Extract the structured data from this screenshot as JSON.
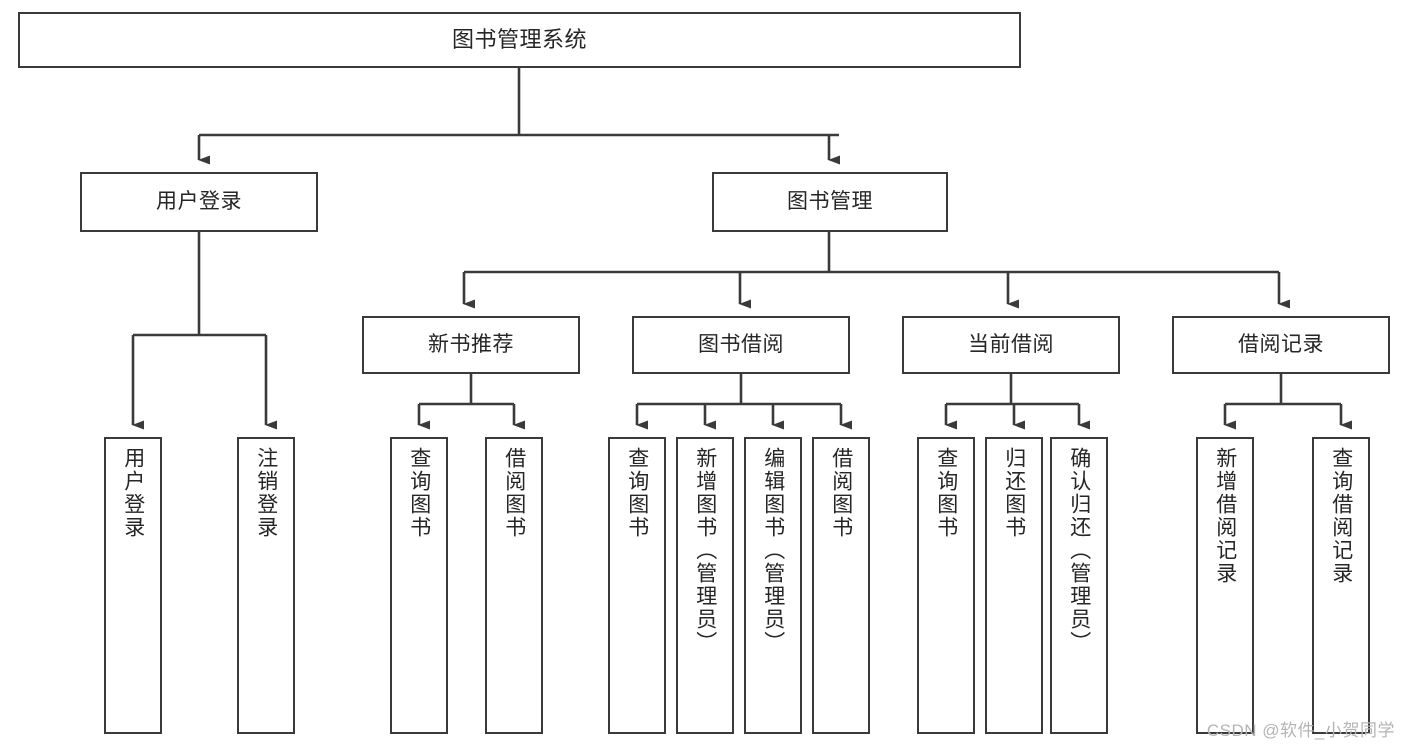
{
  "diagram": {
    "title": "图书管理系统",
    "watermark": "CSDN @软件_小贺同学",
    "line_color": "#3a3a3a",
    "box_fill": "#ffffff",
    "text_color": "#262626",
    "nodes": {
      "root": {
        "label": "图书管理系统"
      },
      "level1": [
        {
          "id": "user-login",
          "label": "用户登录"
        },
        {
          "id": "book-manage",
          "label": "图书管理"
        }
      ],
      "level2": [
        {
          "id": "new-book-recommend",
          "label": "新书推荐"
        },
        {
          "id": "book-borrow",
          "label": "图书借阅"
        },
        {
          "id": "current-borrow",
          "label": "当前借阅"
        },
        {
          "id": "borrow-record",
          "label": "借阅记录"
        }
      ],
      "leaves": {
        "user-login": [
          {
            "id": "leaf-user-login",
            "label": "用户登录"
          },
          {
            "id": "leaf-logout-login",
            "label": "注销登录"
          }
        ],
        "new-book-recommend": [
          {
            "id": "leaf-query-book-1",
            "label": "查询图书"
          },
          {
            "id": "leaf-borrow-book-1",
            "label": "借阅图书"
          }
        ],
        "book-borrow": [
          {
            "id": "leaf-query-book-2",
            "label": "查询图书"
          },
          {
            "id": "leaf-add-book-admin",
            "label": "新增图书（管理员）"
          },
          {
            "id": "leaf-edit-book-admin",
            "label": "编辑图书（管理员）"
          },
          {
            "id": "leaf-borrow-book-2",
            "label": "借阅图书"
          }
        ],
        "current-borrow": [
          {
            "id": "leaf-query-book-3",
            "label": "查询图书"
          },
          {
            "id": "leaf-return-book",
            "label": "归还图书"
          },
          {
            "id": "leaf-confirm-return-admin",
            "label": "确认归还（管理员）"
          }
        ],
        "borrow-record": [
          {
            "id": "leaf-add-borrow-record",
            "label": "新增借阅记录"
          },
          {
            "id": "leaf-query-borrow-record",
            "label": "查询借阅记录"
          }
        ]
      }
    }
  }
}
